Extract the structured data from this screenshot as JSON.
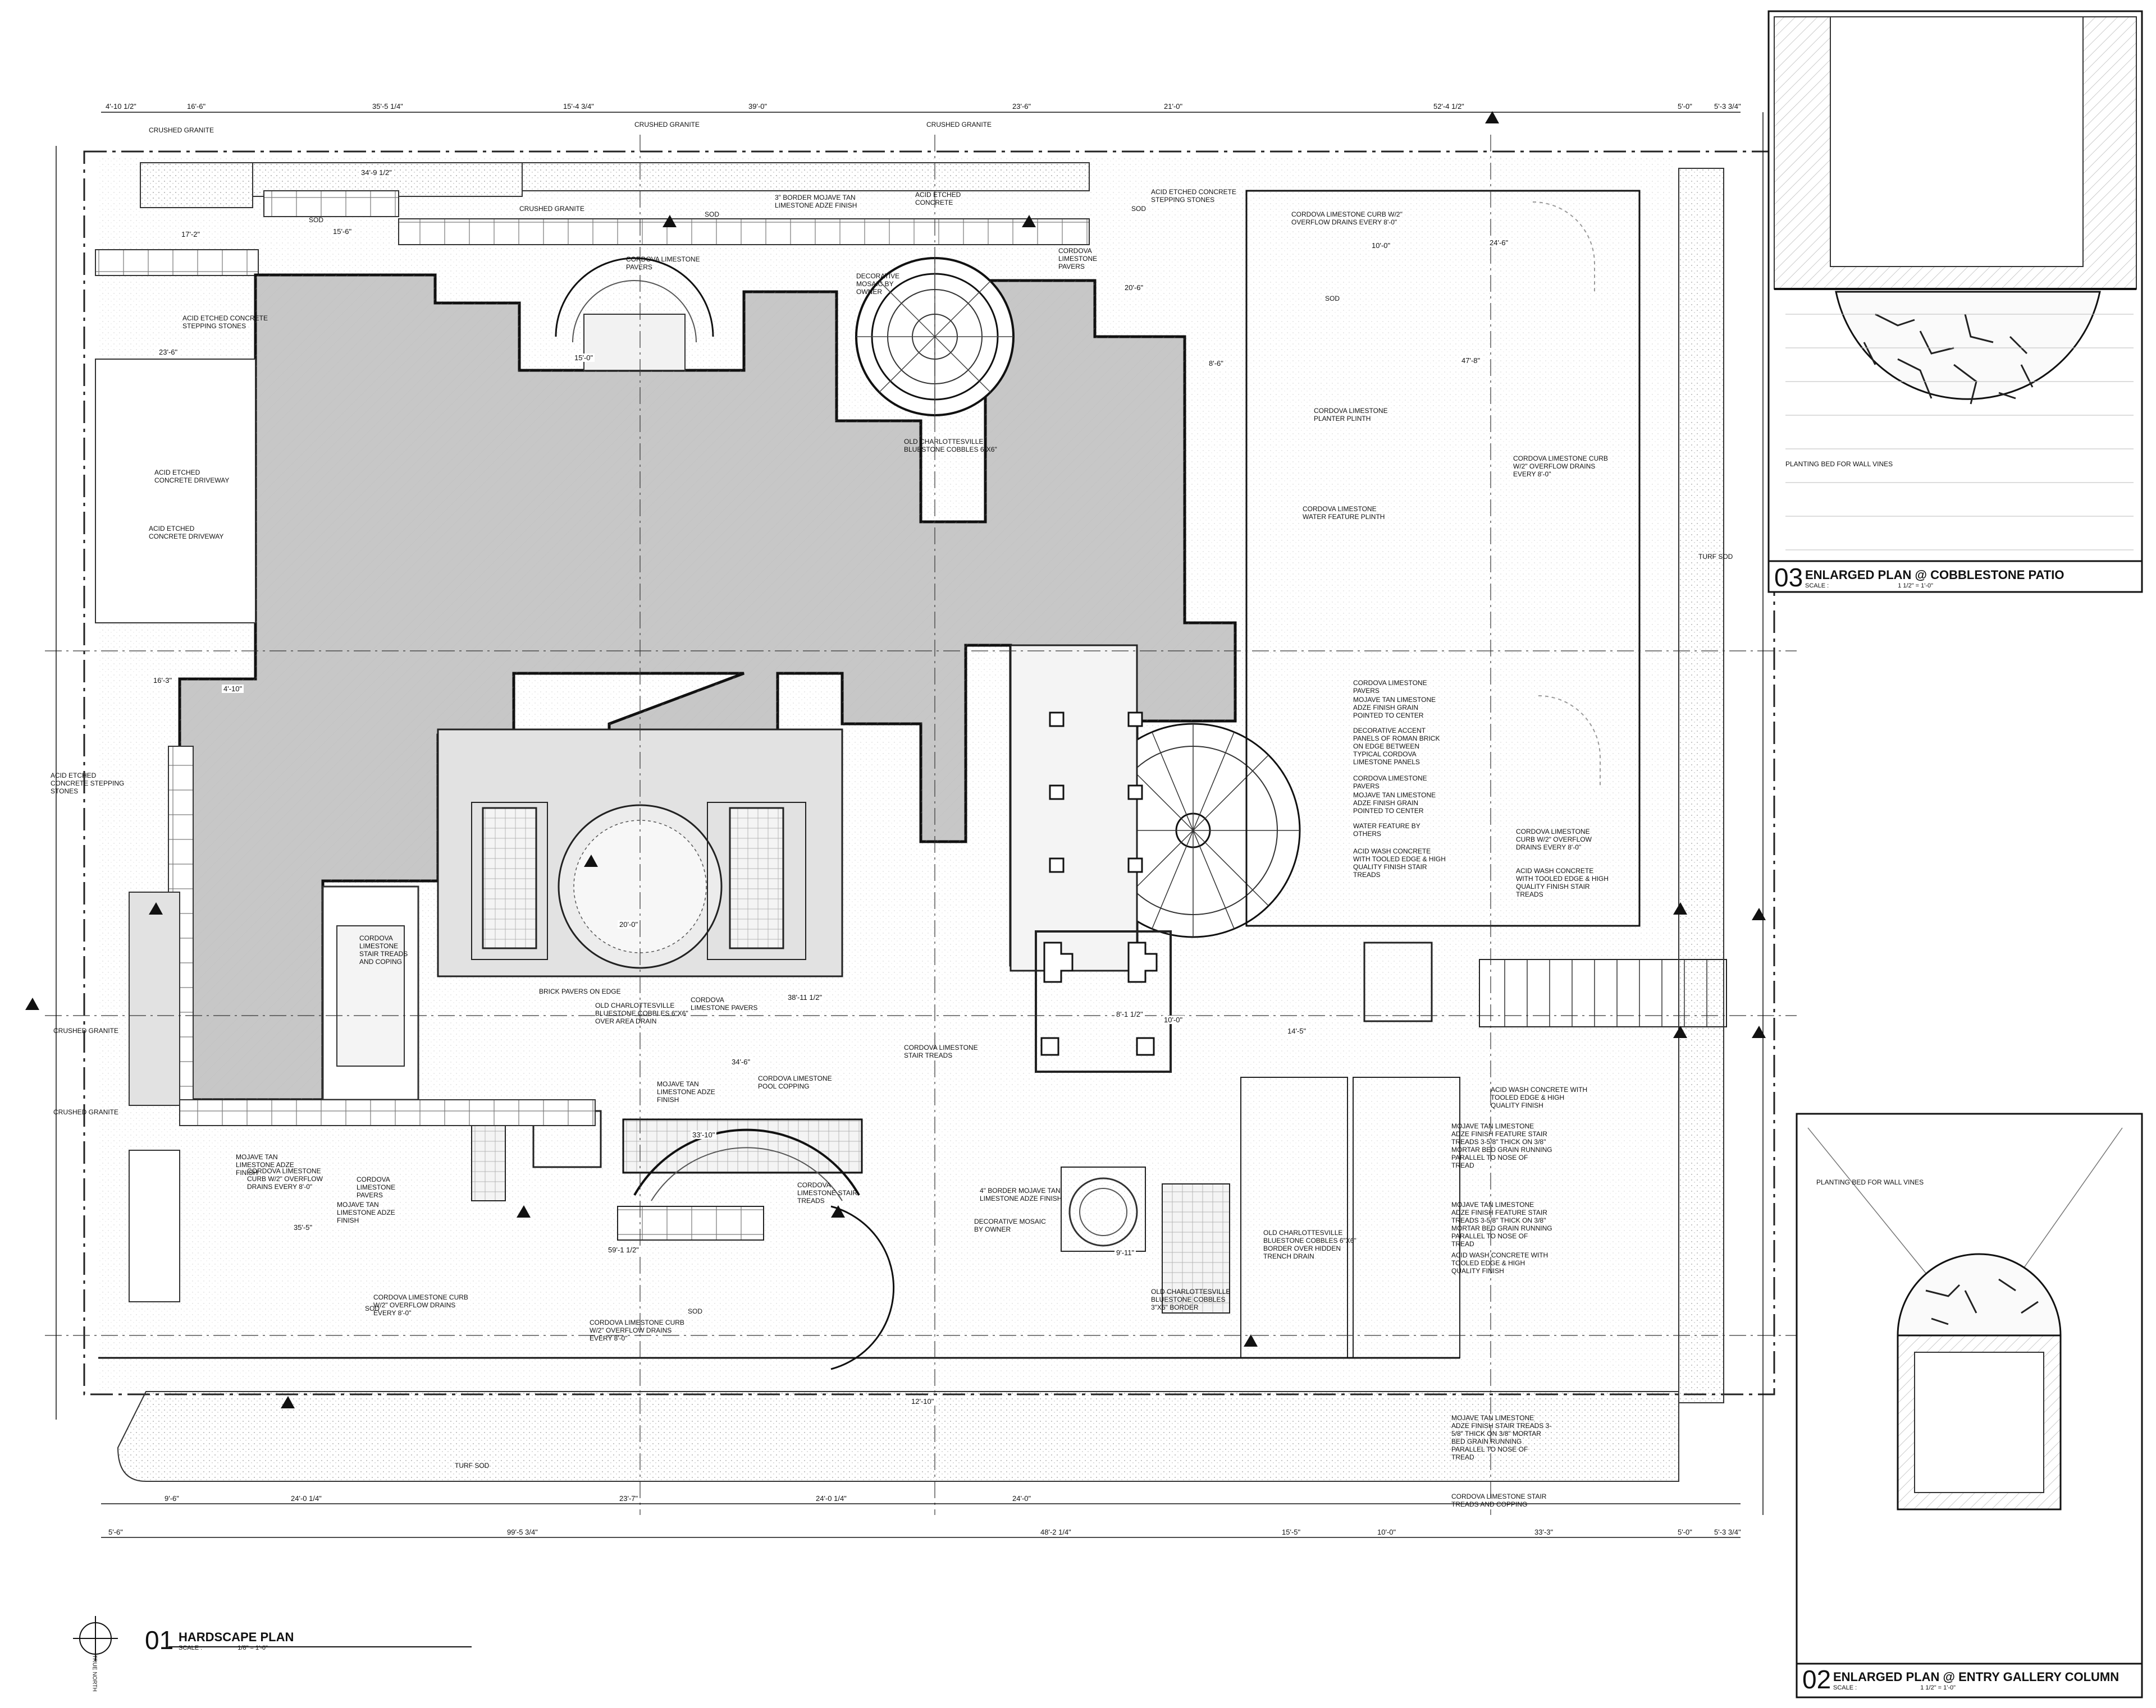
{
  "drawing": {
    "title_main": "HARDSCAPE PLAN",
    "number_main": "01",
    "scale_label_main": "SCALE :",
    "scale_main": "1/8\" = 1'-0\"",
    "north_label": "TRUE NORTH",
    "detail_03": {
      "number": "03",
      "title": "ENLARGED PLAN @ COBBLESTONE PATIO",
      "scale_label": "SCALE :",
      "scale": "1 1/2\" = 1'-0\"",
      "note": "PLANTING BED FOR WALL VINES"
    },
    "detail_02": {
      "number": "02",
      "title": "ENLARGED PLAN @ ENTRY GALLERY COLUMN",
      "scale_label": "SCALE :",
      "scale": "1 1/2\" = 1'-0\"",
      "note": "PLANTING BED FOR WALL VINES"
    }
  },
  "labels": [
    "CRUSHED GRANITE",
    "CRUSHED GRANITE",
    "CRUSHED GRANITE",
    "CRUSHED GRANITE",
    "CRUSHED GRANITE",
    "CRUSHED GRANITE",
    "SOD",
    "SOD",
    "SOD",
    "SOD",
    "SOD",
    "SOD",
    "ACID ETCHED CONCRETE STEPPING STONES",
    "ACID ETCHED CONCRETE DRIVEWAY",
    "ACID ETCHED CONCRETE DRIVEWAY",
    "ACID ETCHED CONCRETE STEPPING STONES",
    "ACID ETCHED CONCRETE STEPPING STONES",
    "CORDOVA LIMESTONE PAVERS",
    "CORDOVA LIMESTONE PAVERS",
    "3\" BORDER MOJAVE TAN LIMESTONE ADZE FINISH",
    "DECORATIVE MOSAIC BY OWNER",
    "CORDOVA LIMESTONE CURB W/2\" OVERFLOW DRAINS EVERY 8'-0\"",
    "CORDOVA LIMESTONE PLANTER PLINTH",
    "CORDOVA LIMESTONE WATER FEATURE PLINTH",
    "OLD CHARLOTTESVILLE BLUESTONE COBBLES 6\"X6\"",
    "CORDOVA LIMESTONE CURB W/2\" OVERFLOW DRAINS EVERY 8'-0\"",
    "CORDOVA LIMESTONE PAVERS",
    "MOJAVE TAN LIMESTONE ADZE FINISH GRAIN POINTED TO CENTER",
    "DECORATIVE ACCENT PANELS OF ROMAN BRICK ON EDGE BETWEEN TYPICAL CORDOVA LIMESTONE PANELS",
    "CORDOVA LIMESTONE PAVERS",
    "MOJAVE TAN LIMESTONE ADZE FINISH GRAIN POINTED TO CENTER",
    "WATER FEATURE BY OTHERS",
    "ACID WASH CONCRETE WITH TOOLED EDGE & HIGH QUALITY FINISH STAIR TREADS",
    "CORDOVA LIMESTONE CURB W/2\" OVERFLOW DRAINS EVERY 8'-0\"",
    "ACID WASH CONCRETE WITH TOOLED EDGE & HIGH QUALITY FINISH STAIR TREADS",
    "CORDOVA LIMESTONE STAIR TREADS AND COPING",
    "BRICK PAVERS ON EDGE",
    "OLD CHARLOTTESVILLE BLUESTONE COBBLES 6\"X6\" OVER AREA DRAIN",
    "CORDOVA LIMESTONE PAVERS",
    "CORDOVA LIMESTONE STAIR TREADS",
    "MOJAVE TAN LIMESTONE ADZE FINISH",
    "CORDOVA LIMESTONE POOL COPPING",
    "MOJAVE TAN LIMESTONE ADZE FINISH",
    "CORDOVA LIMESTONE CURB W/2\" OVERFLOW DRAINS EVERY 8'-0\"",
    "CORDOVA LIMESTONE PAVERS",
    "MOJAVE TAN LIMESTONE ADZE FINISH",
    "CORDOVA LIMESTONE STAIR TREADS",
    "4\" BORDER MOJAVE TAN LIMESTONE ADZE FINISH",
    "DECORATIVE MOSAIC BY OWNER",
    "OLD CHARLOTTESVILLE BLUESTONE COBBLES 6\"X6\" BORDER OVER HIDDEN TRENCH DRAIN",
    "OLD CHARLOTTESVILLE BLUESTONE COBBLES 3\"X6\" BORDER",
    "CORDOVA LIMESTONE CURB W/2\" OVERFLOW DRAINS EVERY 8'-0\"",
    "CORDOVA LIMESTONE CURB W/2\" OVERFLOW DRAINS EVERY 8'-0\"",
    "ACID WASH CONCRETE WITH TOOLED EDGE & HIGH QUALITY FINISH",
    "MOJAVE TAN LIMESTONE ADZE FINISH FEATURE STAIR TREADS 3-5/8\" THICK ON 3/8\" MORTAR BED GRAIN RUNNING PARALLEL TO NOSE OF TREAD",
    "MOJAVE TAN LIMESTONE ADZE FINISH FEATURE STAIR TREADS 3-5/8\" THICK ON 3/8\" MORTAR BED GRAIN RUNNING PARALLEL TO NOSE OF TREAD",
    "ACID WASH CONCRETE WITH TOOLED EDGE & HIGH QUALITY FINISH",
    "MOJAVE TAN LIMESTONE ADZE FINISH STAIR TREADS 3-5/8\" THICK ON 3/8\" MORTAR BED GRAIN RUNNING PARALLEL TO NOSE OF TREAD",
    "CORDOVA LIMESTONE STAIR TREADS AND COPPING",
    "TURF SOD",
    "TURF SOD",
    "ACID ETCHED CONCRETE"
  ],
  "dimensions_top": [
    "4'-10 1/2\"",
    "16'-6\"",
    "35'-5 1/4\"",
    "15'-4 3/4\"",
    "39'-0\"",
    "23'-6\"",
    "21'-0\"",
    "52'-4 1/2\"",
    "5'-0\"",
    "5'-3 3/4\""
  ],
  "dimensions_bottom_1": [
    "9'-6\"",
    "24'-0 1/4\"",
    "23'-7\"",
    "24'-0 1/4\"",
    "24'-0\""
  ],
  "dimensions_bottom_2": [
    "5'-6\"",
    "99'-5 3/4\"",
    "48'-2 1/4\"",
    "15'-5\"",
    "10'-0\"",
    "33'-3\"",
    "5'-0\"",
    "5'-3 3/4\""
  ],
  "dimensions_misc": [
    "34'-9 1/2\"",
    "17'-2\"",
    "15'-6\"",
    "23'-6\"",
    "16'-3\"",
    "4'-10\"",
    "47'-8\"",
    "24'-6\"",
    "10'-0\"",
    "20'-6\"",
    "8'-6\"",
    "15'-0\"",
    "20'-0\"",
    "34'-6\"",
    "33'-10\"",
    "35'-5\"",
    "59'-1 1/2\"",
    "9'-11\"",
    "12'-10\"",
    "38'-11 1/2\"",
    "10'-0\"",
    "14'-5\"",
    "8'-1 1/2\""
  ]
}
